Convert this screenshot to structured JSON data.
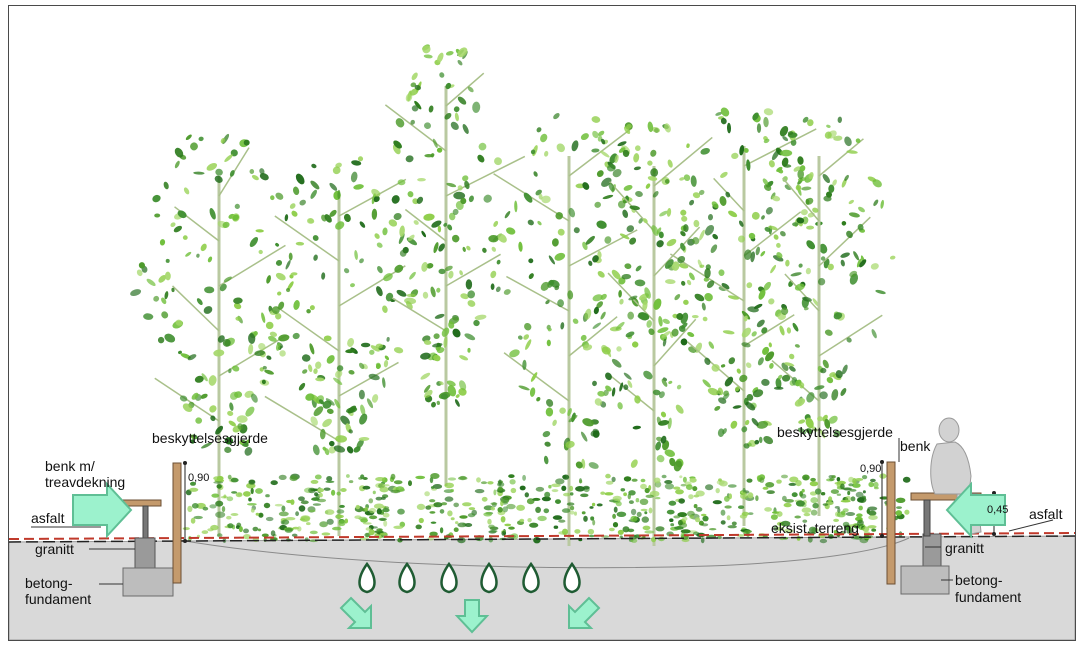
{
  "labels": {
    "left": {
      "bench": "benk m/",
      "bench_line2": "treavdekning",
      "asphalt": "asfalt",
      "granite": "granitt",
      "foundation": "betong-",
      "foundation_line2": "fundament",
      "fence": "beskyttelsesgjerde",
      "fence_height": "0,90"
    },
    "right": {
      "fence": "beskyttelsesgjerde",
      "bench": "benk",
      "fence_height": "0,90",
      "seat_height": "0,45",
      "existing_terrain": "eksist. terreng",
      "asphalt": "asfalt",
      "granite": "granitt",
      "foundation": "betong-",
      "foundation_line2": "fundament"
    }
  },
  "colors": {
    "arrow_fill": "#9cf2cd",
    "arrow_stroke": "#5fbf95",
    "drop_stroke": "#1f5c33",
    "ground": "#d9d9d9",
    "fence_post": "#c49a6c",
    "terrain_line": "#c0392b"
  },
  "icons": {
    "water_drop": "water-drop-icon",
    "arrow": "arrow-icon",
    "person": "seated-person-icon",
    "tree": "tree-icon"
  }
}
